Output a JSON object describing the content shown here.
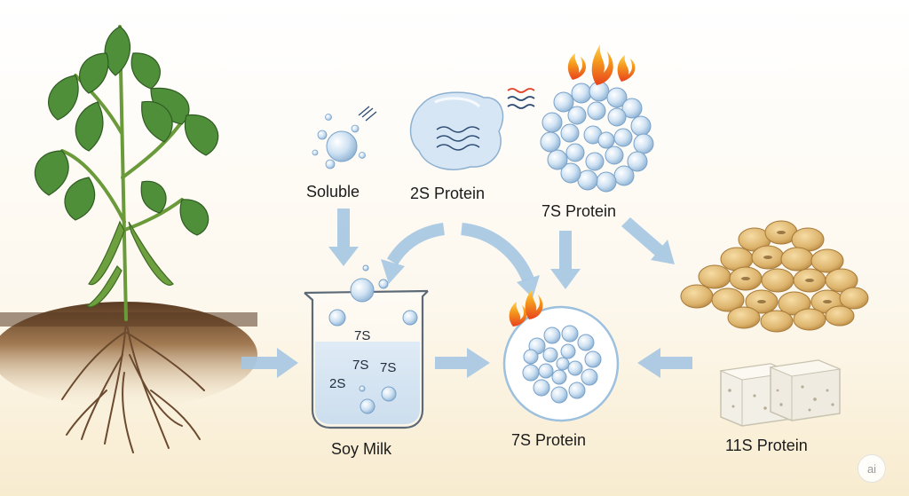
{
  "labels": {
    "soluble": "Soluble",
    "protein_2s": "2S Protein",
    "protein_7s_top": "7S Protein",
    "soy_milk": "Soy Milk",
    "protein_7s_center": "7S Protein",
    "protein_11s": "11S Protein"
  },
  "beaker_labels": [
    "7S",
    "7S",
    "7S",
    "2S"
  ],
  "badge": "ai",
  "colors": {
    "arrow": "#9cc0de",
    "leaf": "#4f8f3a",
    "soil": "#6b4a2f",
    "protein": "#c9def0",
    "soybean": "#dcb36c",
    "tofu": "#f2efe6"
  },
  "icons": [
    "soybean-plant-icon",
    "beaker-icon",
    "soybean-pile-icon",
    "tofu-icon",
    "flame-icon",
    "heat-wave-icon"
  ]
}
